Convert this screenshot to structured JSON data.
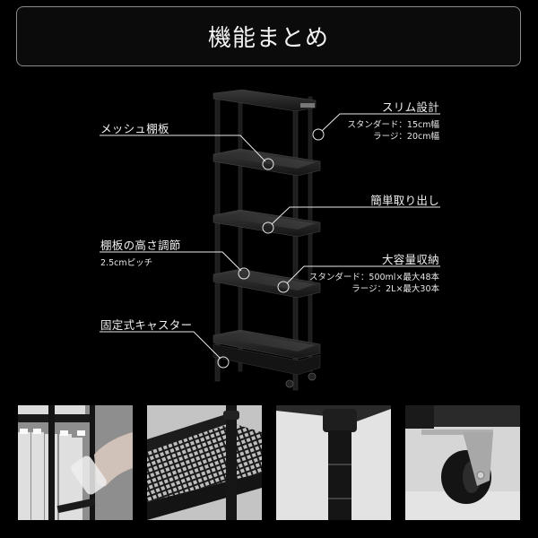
{
  "header": {
    "title": "機能まとめ"
  },
  "callouts": {
    "mesh_shelf": {
      "label": "メッシュ棚板"
    },
    "shelf_height": {
      "label": "棚板の高さ調節",
      "sub": "2.5cmピッチ"
    },
    "fixed_caster": {
      "label": "固定式キャスター"
    },
    "slim": {
      "label": "スリム設計",
      "sub1": "スタンダード：15cm幅",
      "sub2": "ラージ：20cm幅"
    },
    "easy_access": {
      "label": "簡単取り出し"
    },
    "capacity": {
      "label": "大容量収納",
      "sub1": "スタンダード：500ml×最大48本",
      "sub2": "ラージ：2L×最大30本"
    }
  },
  "photos": [
    {
      "name": "bottles-photo",
      "desc": "water bottles on shelf with hand"
    },
    {
      "name": "mesh-shelf-photo",
      "desc": "mesh shelf close-up"
    },
    {
      "name": "pole-photo",
      "desc": "adjustable pole close-up"
    },
    {
      "name": "caster-photo",
      "desc": "caster wheel close-up"
    }
  ],
  "colors": {
    "background": "#000000",
    "line": "#e8e8e8",
    "frame_border": "#8a8a8a"
  }
}
